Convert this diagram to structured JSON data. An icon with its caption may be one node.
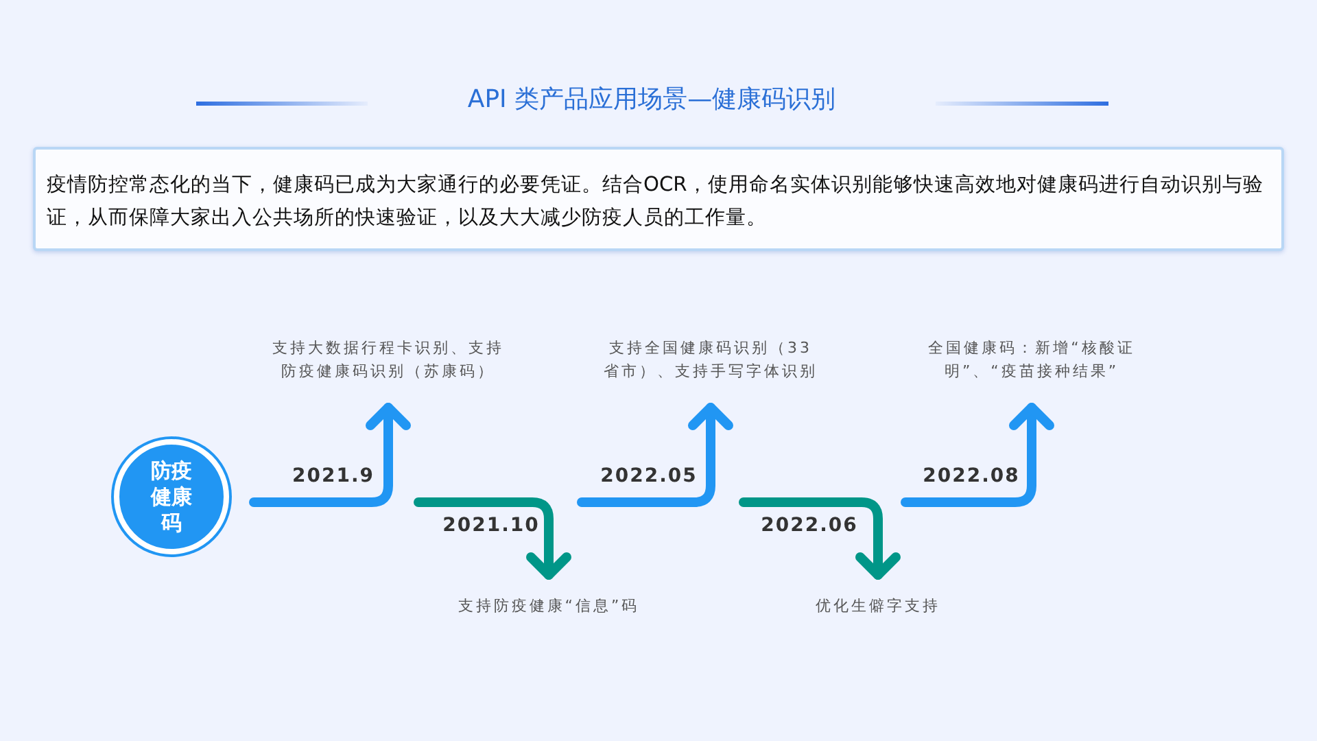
{
  "diagram": {
    "title": "API 类产品应用场景—健康码识别",
    "nodes": [
      {
        "text": [
          "疫情防控常态化的当下，健康码已成为大家通行的必要凭证。结合OCR，使用命名实体识别能够快速高效地对健康码进行自动识别与验证，从而保障大家出入公共场所的快速验证，以及大大减少防疫人员的工作量。"
        ]
      },
      {
        "text": [
          "防疫健康码"
        ]
      },
      {
        "text": [
          "支持大数据行程卡识别、支持防疫健康码识别（苏康码）"
        ]
      },
      {
        "text": [
          "支持防疫健康“信息”码"
        ]
      },
      {
        "text": [
          "支持全国健康码识别（33省市）、支持手写字体识别"
        ]
      },
      {
        "text": [
          "优化生僻字支持"
        ]
      },
      {
        "text": [
          "全国健康码：新增“核酸证明”、“疫苗接种结果”"
        ]
      }
    ],
    "edges": [
      {
        "from": 1,
        "to": 2,
        "arrow": "to",
        "label": "2021.9"
      },
      {
        "from": null,
        "to": 3,
        "arrow": "to",
        "label": "2021.10",
        "color": "#009688"
      },
      {
        "from": null,
        "to": 4,
        "arrow": "to",
        "label": "2022.05"
      },
      {
        "from": null,
        "to": 5,
        "arrow": "to",
        "label": "2022.06",
        "color": "#009688"
      },
      {
        "from": null,
        "to": 6,
        "arrow": "to",
        "label": "2022.08"
      }
    ]
  }
}
